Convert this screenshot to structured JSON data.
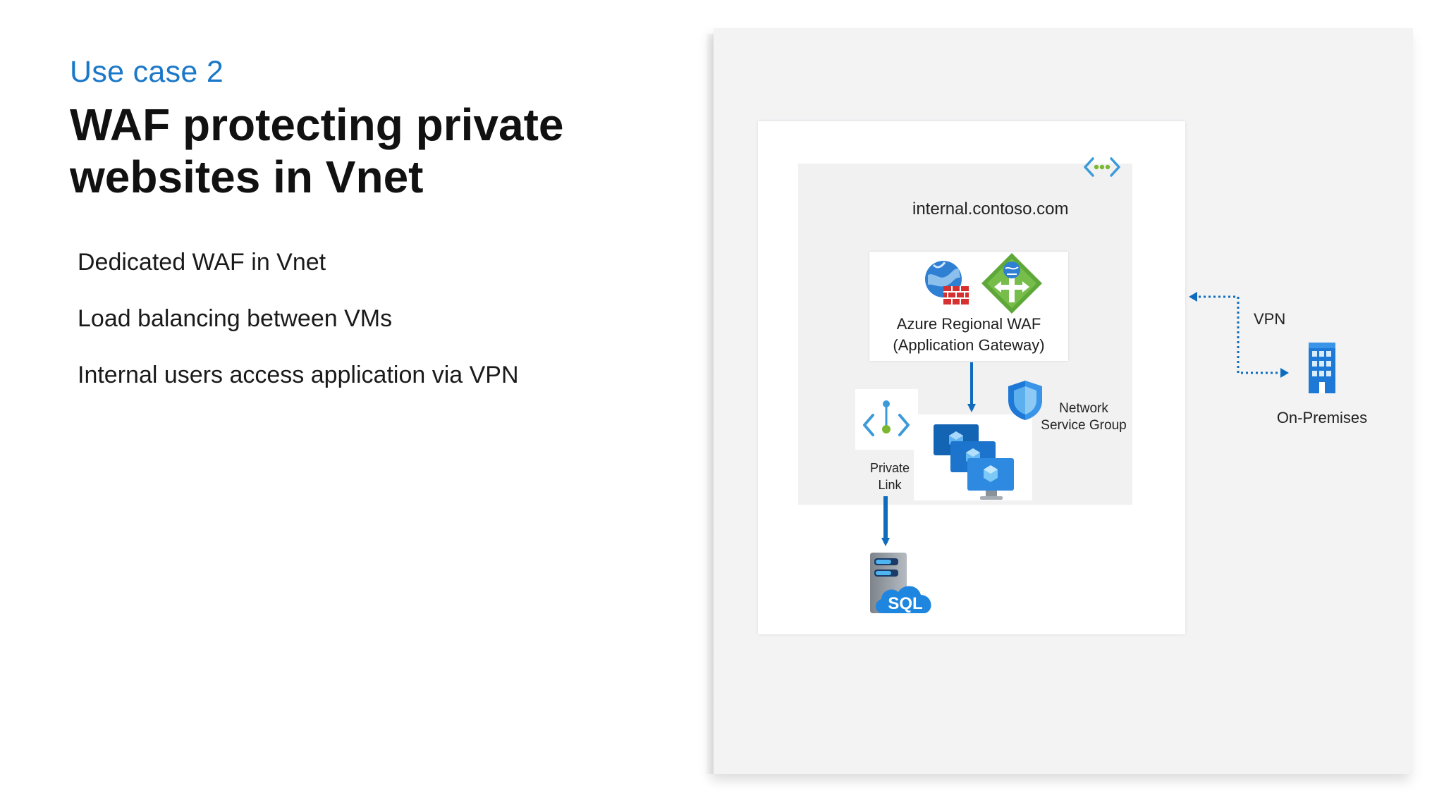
{
  "slide": {
    "eyebrow": "Use case 2",
    "title": "WAF protecting private websites in Vnet",
    "bullets": [
      "Dedicated WAF in Vnet",
      "Load balancing between VMs",
      "Internal users access application via VPN"
    ]
  },
  "diagram": {
    "vnet_label": "internal.contoso.com",
    "waf_label_line1": "Azure Regional WAF",
    "waf_label_line2": "(Application Gateway)",
    "private_link_line1": "Private",
    "private_link_line2": "Link",
    "nsg_line1": "Network",
    "nsg_line2": "Service Group",
    "sql_text": "SQL",
    "vpn_label": "VPN",
    "onprem_label": "On-Premises"
  },
  "icons": {
    "vnet": "vnet-icon",
    "firewall": "web-firewall-icon",
    "gateway": "application-gateway-icon",
    "private_link": "private-link-icon",
    "vms": "virtual-machines-icon",
    "nsg": "network-security-group-icon",
    "sql": "sql-database-icon",
    "building": "building-icon"
  },
  "colors": {
    "accent": "#1b78c8",
    "arrow": "#0f6cbd",
    "gateway_green": "#5ea83a",
    "firewall_red": "#d63030"
  }
}
